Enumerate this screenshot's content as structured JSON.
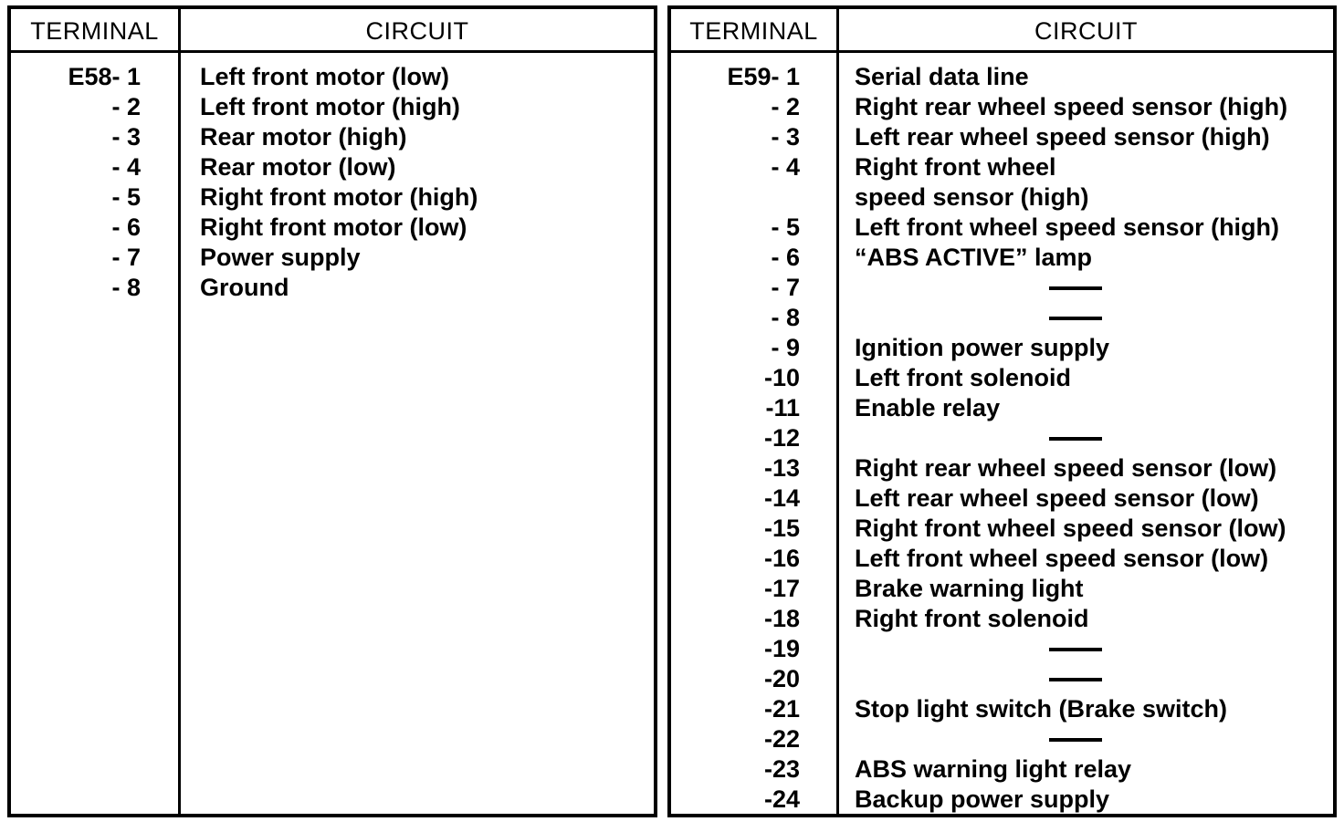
{
  "document": {
    "type": "terminal-circuit-reference-table",
    "tables": [
      {
        "id": "E58",
        "headers": {
          "terminal": "TERMINAL",
          "circuit": "CIRCUIT"
        },
        "rows": [
          {
            "terminal": "E58-  1",
            "circuit": "Left front motor (low)"
          },
          {
            "terminal": "-  2",
            "circuit": "Left front motor (high)"
          },
          {
            "terminal": "-  3",
            "circuit": "Rear motor (high)"
          },
          {
            "terminal": "-  4",
            "circuit": "Rear motor (low)"
          },
          {
            "terminal": "-  5",
            "circuit": "Right front motor (high)"
          },
          {
            "terminal": "-  6",
            "circuit": "Right front motor (low)"
          },
          {
            "terminal": "-  7",
            "circuit": "Power supply"
          },
          {
            "terminal": "-  8",
            "circuit": "Ground"
          }
        ]
      },
      {
        "id": "E59",
        "headers": {
          "terminal": "TERMINAL",
          "circuit": "CIRCUIT"
        },
        "rows": [
          {
            "terminal": "E59-  1",
            "circuit": "Serial data line"
          },
          {
            "terminal": "-  2",
            "circuit": "Right rear wheel speed sensor (high)"
          },
          {
            "terminal": "-  3",
            "circuit": "Left rear wheel speed sensor (high)"
          },
          {
            "terminal": "-  4",
            "circuit": "Right front wheel speed sensor (high)",
            "wrapped": true
          },
          {
            "terminal": "-  5",
            "circuit": "Left front wheel speed sensor (high)"
          },
          {
            "terminal": "-  6",
            "circuit": "“ABS ACTIVE” lamp"
          },
          {
            "terminal": "-  7",
            "circuit": "",
            "blank": true
          },
          {
            "terminal": "-  8",
            "circuit": "",
            "blank": true
          },
          {
            "terminal": "-  9",
            "circuit": "Ignition power supply"
          },
          {
            "terminal": "-10",
            "circuit": "Left front solenoid"
          },
          {
            "terminal": "-11",
            "circuit": "Enable relay"
          },
          {
            "terminal": "-12",
            "circuit": "",
            "blank": true
          },
          {
            "terminal": "-13",
            "circuit": "Right rear wheel speed sensor (low)"
          },
          {
            "terminal": "-14",
            "circuit": "Left rear wheel speed sensor (low)"
          },
          {
            "terminal": "-15",
            "circuit": "Right front wheel speed sensor (low)"
          },
          {
            "terminal": "-16",
            "circuit": "Left front wheel speed sensor (low)"
          },
          {
            "terminal": "-17",
            "circuit": "Brake warning light"
          },
          {
            "terminal": "-18",
            "circuit": "Right front solenoid"
          },
          {
            "terminal": "-19",
            "circuit": "",
            "blank": true
          },
          {
            "terminal": "-20",
            "circuit": "",
            "blank": true
          },
          {
            "terminal": "-21",
            "circuit": "Stop light switch (Brake switch)"
          },
          {
            "terminal": "-22",
            "circuit": "",
            "blank": true
          },
          {
            "terminal": "-23",
            "circuit": "ABS warning light relay"
          },
          {
            "terminal": "-24",
            "circuit": "Backup power supply"
          }
        ]
      }
    ],
    "colors": {
      "ink": "#000000",
      "paper": "#ffffff"
    }
  }
}
